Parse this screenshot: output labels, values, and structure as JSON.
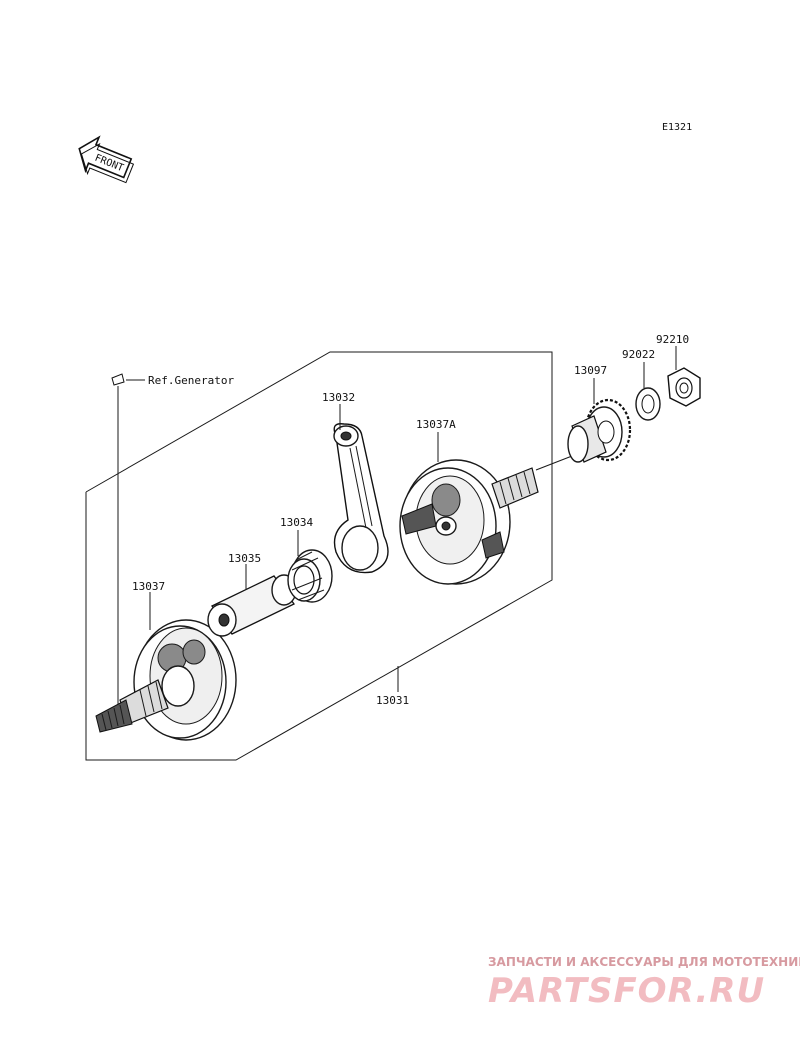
{
  "diagram_code": "E1321",
  "front_label": "FRONT",
  "ref_label": "Ref.Generator",
  "parts": {
    "conrod": "13032",
    "right_flywheel": "13037A",
    "bearing": "13034",
    "crank_pin": "13035",
    "left_flywheel": "13037",
    "gear": "13097",
    "washer": "92022",
    "collar": "92210",
    "crankshaft_assy": "13031"
  },
  "watermark": {
    "tagline": "ЗАПЧАСТИ И АКСЕССУАРЫ ДЛЯ МОТОТЕХНИКИ",
    "brand": "PARTSFOR.RU"
  }
}
